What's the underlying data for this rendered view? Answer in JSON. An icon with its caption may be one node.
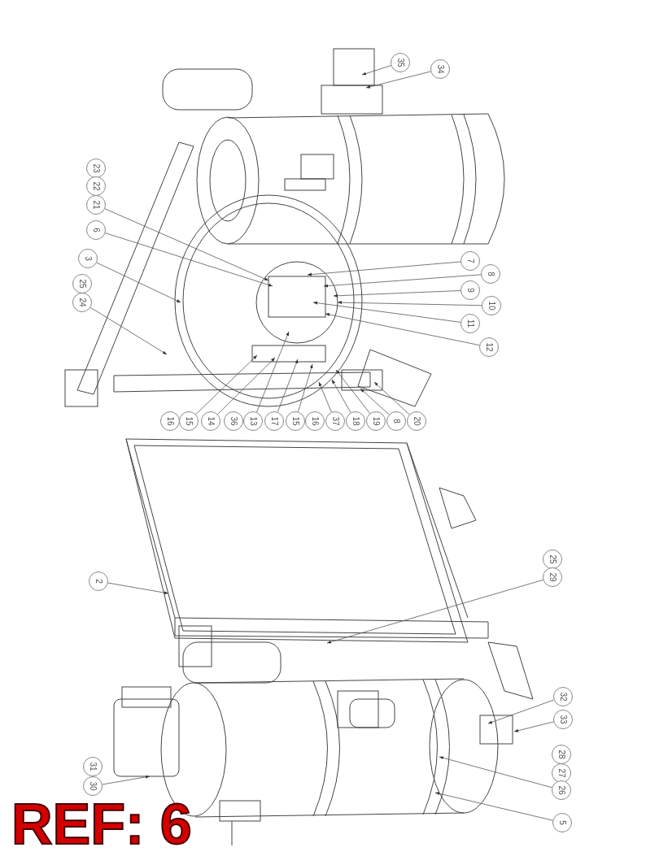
{
  "diagram": {
    "nodes": [
      {
        "text": [
          "35"
        ]
      },
      {
        "text": [
          "34"
        ]
      },
      {
        "text": [
          "23"
        ]
      },
      {
        "text": [
          "22"
        ]
      },
      {
        "text": [
          "21"
        ]
      },
      {
        "text": [
          "6"
        ]
      },
      {
        "text": [
          "3"
        ]
      },
      {
        "text": [
          "7"
        ]
      },
      {
        "text": [
          "8"
        ]
      },
      {
        "text": [
          "25"
        ]
      },
      {
        "text": [
          "9"
        ]
      },
      {
        "text": [
          "24"
        ]
      },
      {
        "text": [
          "10"
        ]
      },
      {
        "text": [
          "11"
        ]
      },
      {
        "text": [
          "12"
        ]
      },
      {
        "text": [
          "16"
        ]
      },
      {
        "text": [
          "15"
        ]
      },
      {
        "text": [
          "14"
        ]
      },
      {
        "text": [
          "36"
        ]
      },
      {
        "text": [
          "13"
        ]
      },
      {
        "text": [
          "17"
        ]
      },
      {
        "text": [
          "15"
        ]
      },
      {
        "text": [
          "16"
        ]
      },
      {
        "text": [
          "37"
        ]
      },
      {
        "text": [
          "18"
        ]
      },
      {
        "text": [
          "19"
        ]
      },
      {
        "text": [
          "8"
        ]
      },
      {
        "text": [
          "20"
        ]
      },
      {
        "text": [
          "25"
        ]
      },
      {
        "text": [
          "29"
        ]
      },
      {
        "text": [
          "2"
        ]
      },
      {
        "text": [
          "32"
        ]
      },
      {
        "text": [
          "33"
        ]
      },
      {
        "text": [
          "28"
        ]
      },
      {
        "text": [
          "31"
        ]
      },
      {
        "text": [
          "27"
        ]
      },
      {
        "text": [
          "30"
        ]
      },
      {
        "text": [
          "26"
        ]
      },
      {
        "text": [
          "5"
        ]
      }
    ],
    "edges": [
      {
        "from": 0,
        "to": null,
        "arrow": "to"
      },
      {
        "from": 1,
        "to": null,
        "arrow": "to"
      },
      {
        "from": 4,
        "to": null,
        "arrow": "to"
      },
      {
        "from": 5,
        "to": null,
        "arrow": "to"
      },
      {
        "from": 6,
        "to": null,
        "arrow": "to"
      },
      {
        "from": 7,
        "to": null,
        "arrow": "to"
      },
      {
        "from": 8,
        "to": null,
        "arrow": "to"
      },
      {
        "from": 10,
        "to": null,
        "arrow": "to"
      },
      {
        "from": 11,
        "to": null,
        "arrow": "to"
      },
      {
        "from": 12,
        "to": null,
        "arrow": "to"
      },
      {
        "from": 13,
        "to": null,
        "arrow": "to"
      },
      {
        "from": 14,
        "to": null,
        "arrow": "to"
      },
      {
        "from": 16,
        "to": null,
        "arrow": "to"
      },
      {
        "from": 17,
        "to": null,
        "arrow": "to"
      },
      {
        "from": 19,
        "to": null,
        "arrow": "to"
      },
      {
        "from": 20,
        "to": null,
        "arrow": "to"
      },
      {
        "from": 21,
        "to": null,
        "arrow": "to"
      },
      {
        "from": 23,
        "to": null,
        "arrow": "to"
      },
      {
        "from": 24,
        "to": null,
        "arrow": "to"
      },
      {
        "from": 25,
        "to": null,
        "arrow": "to"
      },
      {
        "from": 26,
        "to": null,
        "arrow": "to"
      },
      {
        "from": 27,
        "to": null,
        "arrow": "to"
      },
      {
        "from": 29,
        "to": null,
        "arrow": "to"
      },
      {
        "from": 30,
        "to": null,
        "arrow": "to"
      },
      {
        "from": 31,
        "to": null,
        "arrow": "to"
      },
      {
        "from": 32,
        "to": null,
        "arrow": "to"
      },
      {
        "from": 36,
        "to": null,
        "arrow": "to"
      },
      {
        "from": 37,
        "to": null,
        "arrow": "to"
      },
      {
        "from": 38,
        "to": null,
        "arrow": "to"
      }
    ],
    "labels": [
      "REF: 6"
    ]
  }
}
